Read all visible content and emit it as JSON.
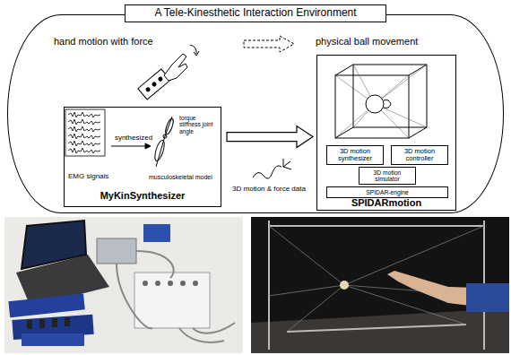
{
  "diagram": {
    "nodes": [
      {
        "text": [
          "A Tele-Kinesthetic Interaction Environment"
        ]
      },
      {
        "text": [
          "EMG signals",
          "synthesized",
          "torque stiffness joint angle",
          "musculoskeletal model",
          "MyKinSynthesizer"
        ],
        "in": 0
      },
      {
        "text": [
          "SPIDARmotion"
        ],
        "in": 0
      },
      {
        "text": [
          "3D motion synthesizer"
        ],
        "in": 2
      },
      {
        "text": [
          "3D motion controller"
        ],
        "in": 2
      },
      {
        "text": [
          "3D motion simulator"
        ],
        "in": 2
      },
      {
        "text": [
          "SPIDAR-engine"
        ],
        "in": 2
      }
    ],
    "edges": [
      {
        "from": 1,
        "to": 2,
        "arrow": "to"
      }
    ],
    "labels": [
      "hand motion with force",
      "physical ball movement",
      "3D motion & force data"
    ]
  }
}
